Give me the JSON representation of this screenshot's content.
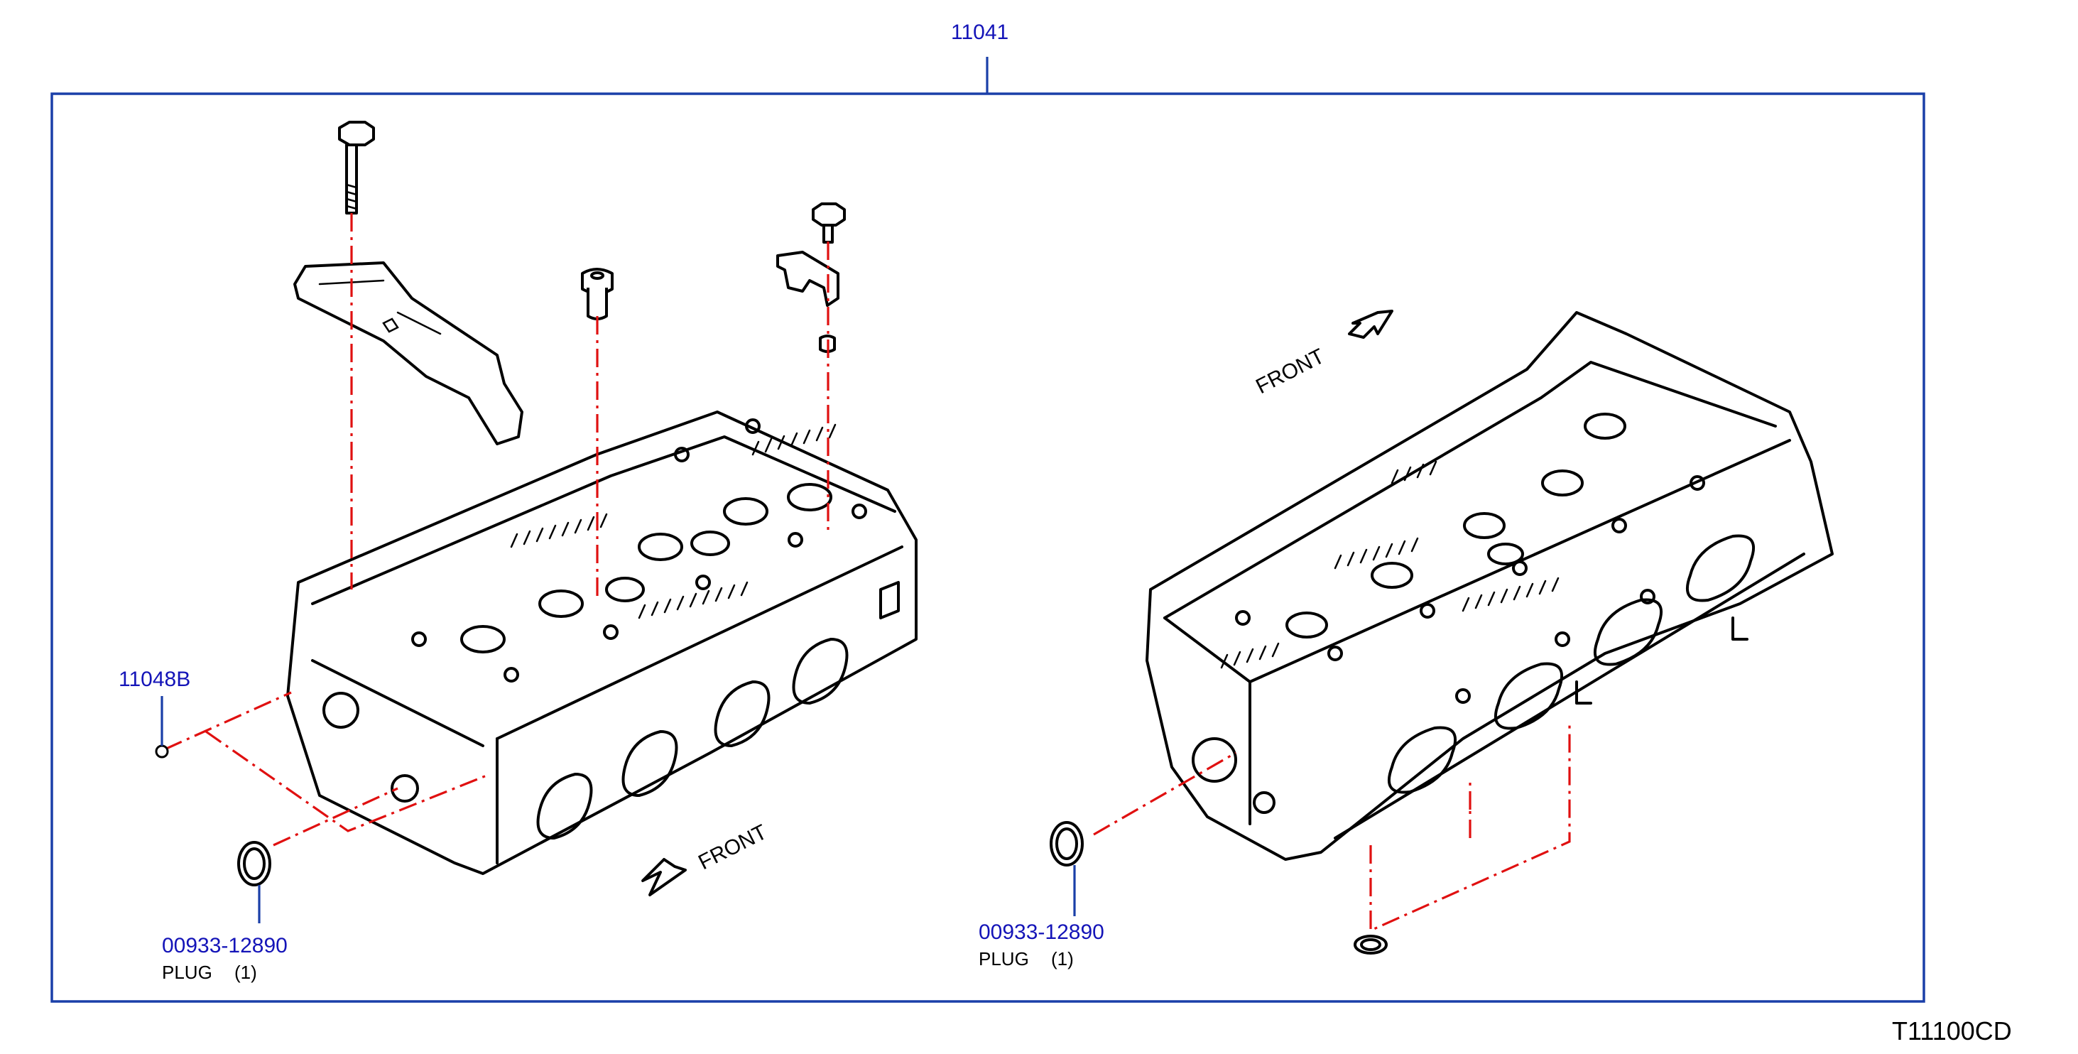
{
  "callouts": {
    "assembly": "11041",
    "seal_ring": "11048B",
    "plug_left": {
      "part_number": "00933-12890",
      "description": "PLUG",
      "qty": "(1)"
    },
    "plug_right": {
      "part_number": "00933-12890",
      "description": "PLUG",
      "qty": "(1)"
    }
  },
  "front_labels": {
    "left": "FRONT",
    "right": "FRONT"
  },
  "figure_code": "T11100CD",
  "colors": {
    "frame": "#1a3fa8",
    "part_number_text": "#1414b8",
    "leader_line": "#e01010",
    "line_art": "#000000"
  }
}
